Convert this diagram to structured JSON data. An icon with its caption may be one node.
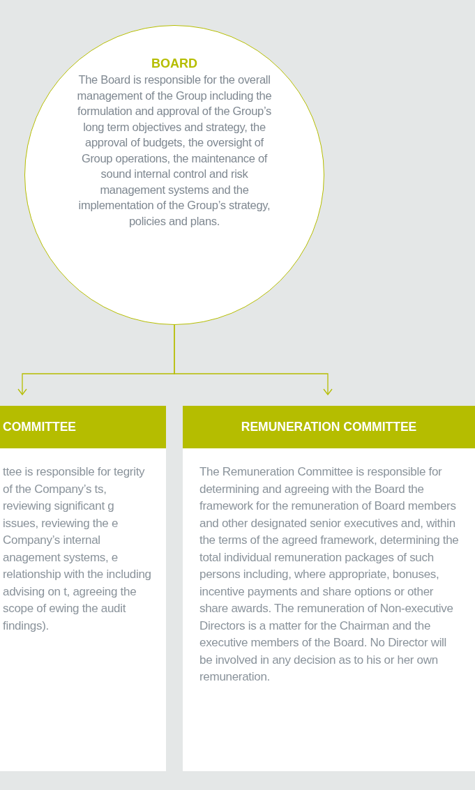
{
  "diagram": {
    "nodes": [
      {
        "text": [
          "BOARD",
          "The Board is responsible for the overall management of the Group including the formulation and approval of the Group’s long term objectives and strategy, the approval of budgets, the oversight of Group operations, the maintenance of sound internal control and risk management systems and the implementation of the Group’s strategy, policies and plans."
        ]
      },
      {
        "text": [
          "COMMITTEE",
          "ttee is responsible for tegrity of the Company’s ts, reviewing significant g issues, reviewing the e Company’s internal anagement systems, e relationship with the including advising on t, agreeing the scope of ewing the audit findings)."
        ]
      },
      {
        "text": [
          "REMUNERATION COMMITTEE",
          "The Remuneration Committee is responsible for determining and agreeing with the Board the framework for the remuneration of Board members and other designated senior executives and, within the terms of the agreed framework, determining the total individual remuneration packages of such persons including, where appropriate, bonuses, incentive payments and share options or other share awards. The remuneration of Non-executive Directors is a matter for the Chairman and the executive members of the Board. No Director will be involved in any decision as to his or her own remuneration."
        ]
      }
    ],
    "edges": [
      {
        "from": 0,
        "to": 1,
        "arrow": "to"
      },
      {
        "from": 0,
        "to": 2,
        "arrow": "to"
      }
    ]
  }
}
